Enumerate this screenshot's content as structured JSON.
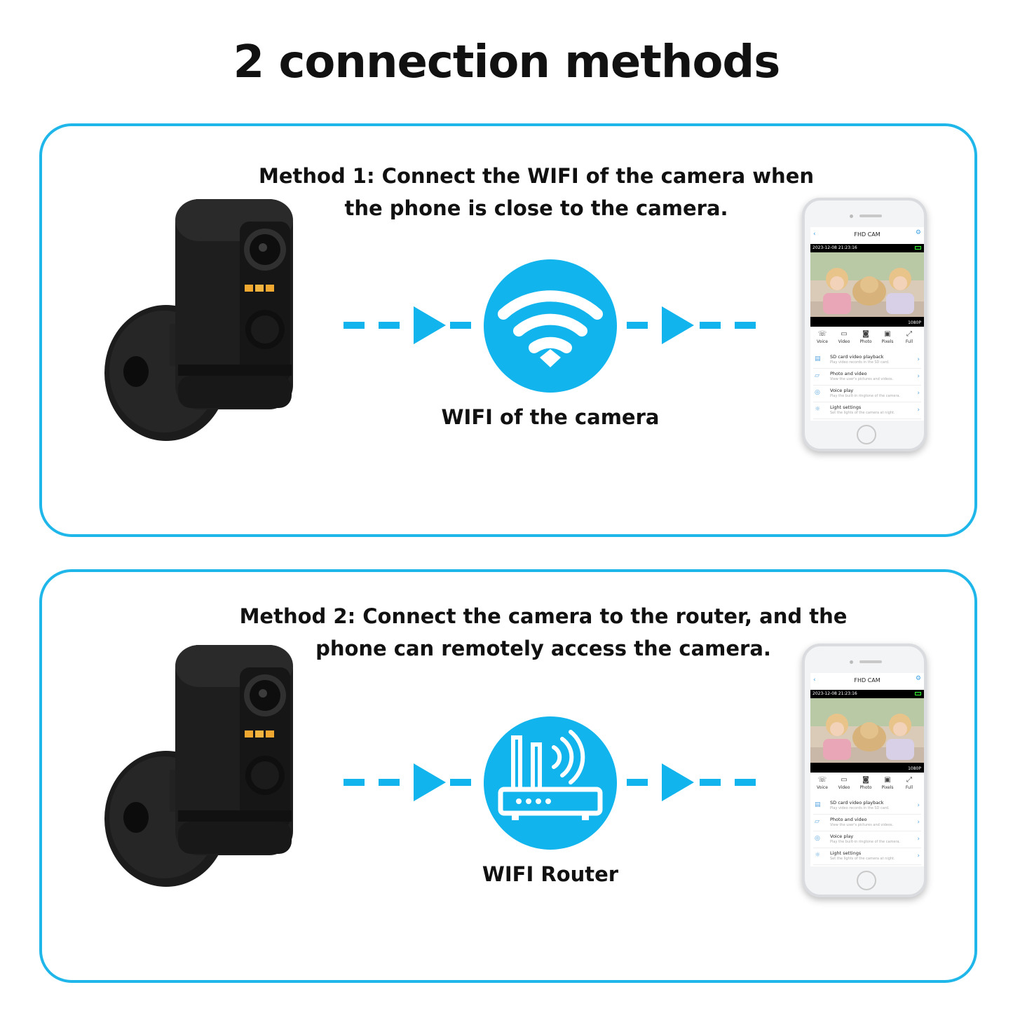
{
  "title": "2 connection methods",
  "methods": [
    {
      "text": "Method 1: Connect the WIFI of the camera when the phone is close to the camera.",
      "icon": "wifi-icon",
      "label": "WIFI of the camera"
    },
    {
      "text": "Method 2: Connect the camera to the router, and the phone can remotely access the camera.",
      "icon": "router-icon",
      "label": "WIFI Router"
    }
  ],
  "app": {
    "header": "FHD CAM",
    "timestamp": "2023-12-08 21:23:16",
    "resolution": "1080P",
    "controls": [
      {
        "label": "Voice",
        "icon": "phone-call-icon"
      },
      {
        "label": "Video",
        "icon": "video-icon"
      },
      {
        "label": "Photo",
        "icon": "camera-icon"
      },
      {
        "label": "Pixels",
        "icon": "fhd-icon"
      },
      {
        "label": "Full",
        "icon": "expand-icon"
      }
    ],
    "menu": [
      {
        "title": "SD card video playback",
        "sub": "Play video records in the SD card.",
        "icon": "sd-card-icon"
      },
      {
        "title": "Photo and video",
        "sub": "View the user's pictures and videos.",
        "icon": "folder-icon"
      },
      {
        "title": "Voice play",
        "sub": "Play the built-in ringtone of the camera.",
        "icon": "speaker-icon"
      },
      {
        "title": "Light settings",
        "sub": "Set the lights of the camera at night.",
        "icon": "bulb-icon"
      }
    ]
  },
  "colors": {
    "accent": "#1fb6ea",
    "circle": "#11b4ec",
    "text": "#111111"
  }
}
